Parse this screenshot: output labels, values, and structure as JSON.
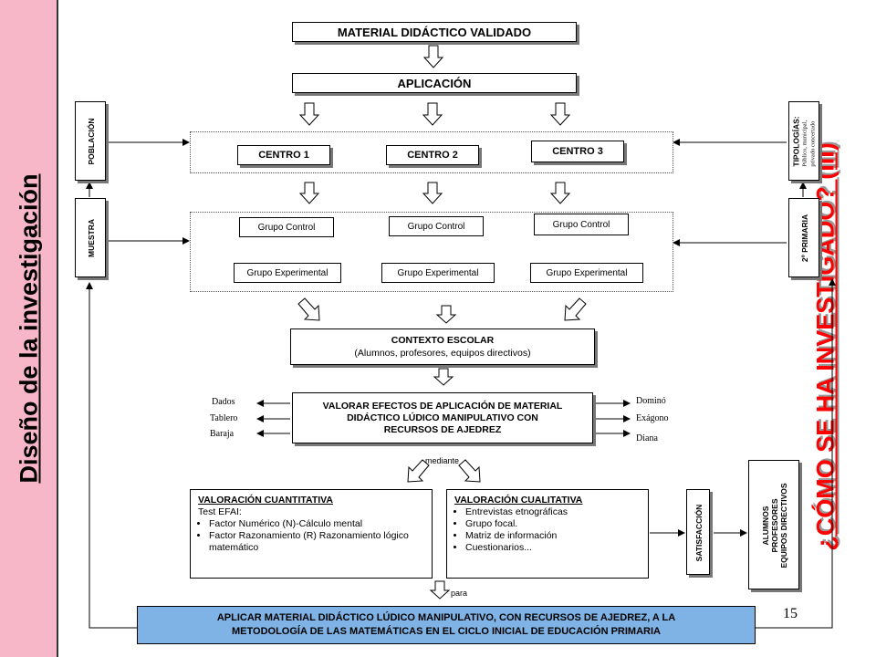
{
  "sidebar": {
    "title": "Diseño de la investigación",
    "color": "#f7b7c9"
  },
  "right_title": "¿CÓMO SE HA INVESTIGADO? (III)",
  "top_box": "MATERIAL DIDÁCTICO VALIDADO",
  "aplicacion": "APLICACIÓN",
  "centros": [
    "CENTRO 1",
    "CENTRO 2",
    "CENTRO 3"
  ],
  "grupo_control": "Grupo Control",
  "grupo_experimental": "Grupo  Experimental",
  "poblacion": "POBLACIÓN",
  "muestra": "MUESTRA",
  "tipologias": {
    "title": "TIPOLOGÍAS:",
    "line1": "Público, municipal,",
    "line2": "privado concertado"
  },
  "primaria": "2º PRIMARIA",
  "contexto": {
    "title": "CONTEXTO ESCOLAR",
    "subtitle": "(Alumnos, profesores, equipos directivos)"
  },
  "valorar": {
    "line1": "VALORAR  EFECTOS DE APLICACIÓN  DE MATERIAL",
    "line2": "DIDÁCTICO LÚDICO MANIPULATIVO CON",
    "line3": "RECURSOS DE AJEDREZ"
  },
  "left_items": [
    "Dados",
    "Tablero",
    "Baraja"
  ],
  "right_items": [
    "Dominó",
    "Exágono",
    "Diana"
  ],
  "mediante": "mediante",
  "cuantitativa": {
    "title": "VALORACIÓN  CUANTITATIVA",
    "test": "Test EFAI:",
    "items": [
      "Factor Numérico (N)-Cálculo mental",
      "Factor Razonamiento (R) Razonamiento lógico matemático"
    ]
  },
  "cualitativa": {
    "title": "VALORACIÓN  CUALITATIVA",
    "items": [
      "Entrevistas etnográficas",
      "Grupo focal.",
      "Matriz de información",
      "Cuestionarios..."
    ]
  },
  "satisfaccion": "SATISFACCIÓN",
  "alumnos": {
    "line1": "ALUMNOS",
    "line2": "PROFESORES",
    "line3": "EQUIPOS DIRECTIVOS"
  },
  "para": "para",
  "bottom": {
    "line1": "APLICAR MATERIAL DIDÁCTICO LÚDICO MANIPULATIVO, CON  RECURSOS DE AJEDREZ, A LA",
    "line2": "METODOLOGÍA DE LAS MATEMÁTICAS EN EL CICLO INICIAL DE EDUCACIÓN  PRIMARIA",
    "color": "#7fb2e5"
  },
  "page_number": "15"
}
